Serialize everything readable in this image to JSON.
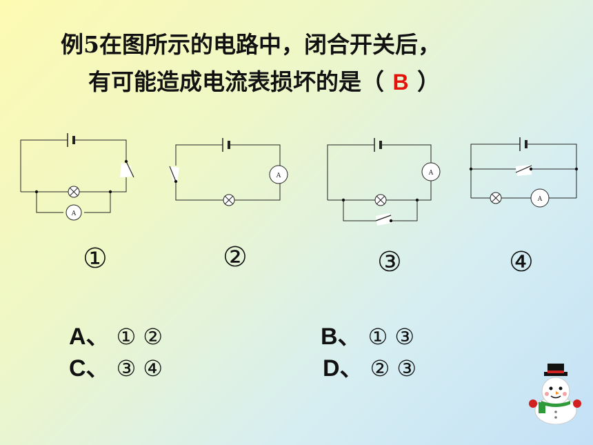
{
  "question": {
    "line1": "例5在图所示的电路中，闭合开关后，",
    "line2_prefix": "有可能造成电流表损坏的是（",
    "answer": "B",
    "line2_suffix": "）"
  },
  "circuits": [
    {
      "label": "①",
      "meter_symbol": "A"
    },
    {
      "label": "②",
      "meter_symbol": "A"
    },
    {
      "label": "③",
      "meter_symbol": "A"
    },
    {
      "label": "④",
      "meter_symbol": "A"
    }
  ],
  "options": [
    {
      "letter": "A、",
      "choices": "① ②"
    },
    {
      "letter": "B、",
      "choices": "① ③"
    },
    {
      "letter": "C、",
      "choices": "③ ④"
    },
    {
      "letter": "D、",
      "choices": "② ③"
    }
  ],
  "decoration": {
    "icon": "snowman-icon"
  }
}
